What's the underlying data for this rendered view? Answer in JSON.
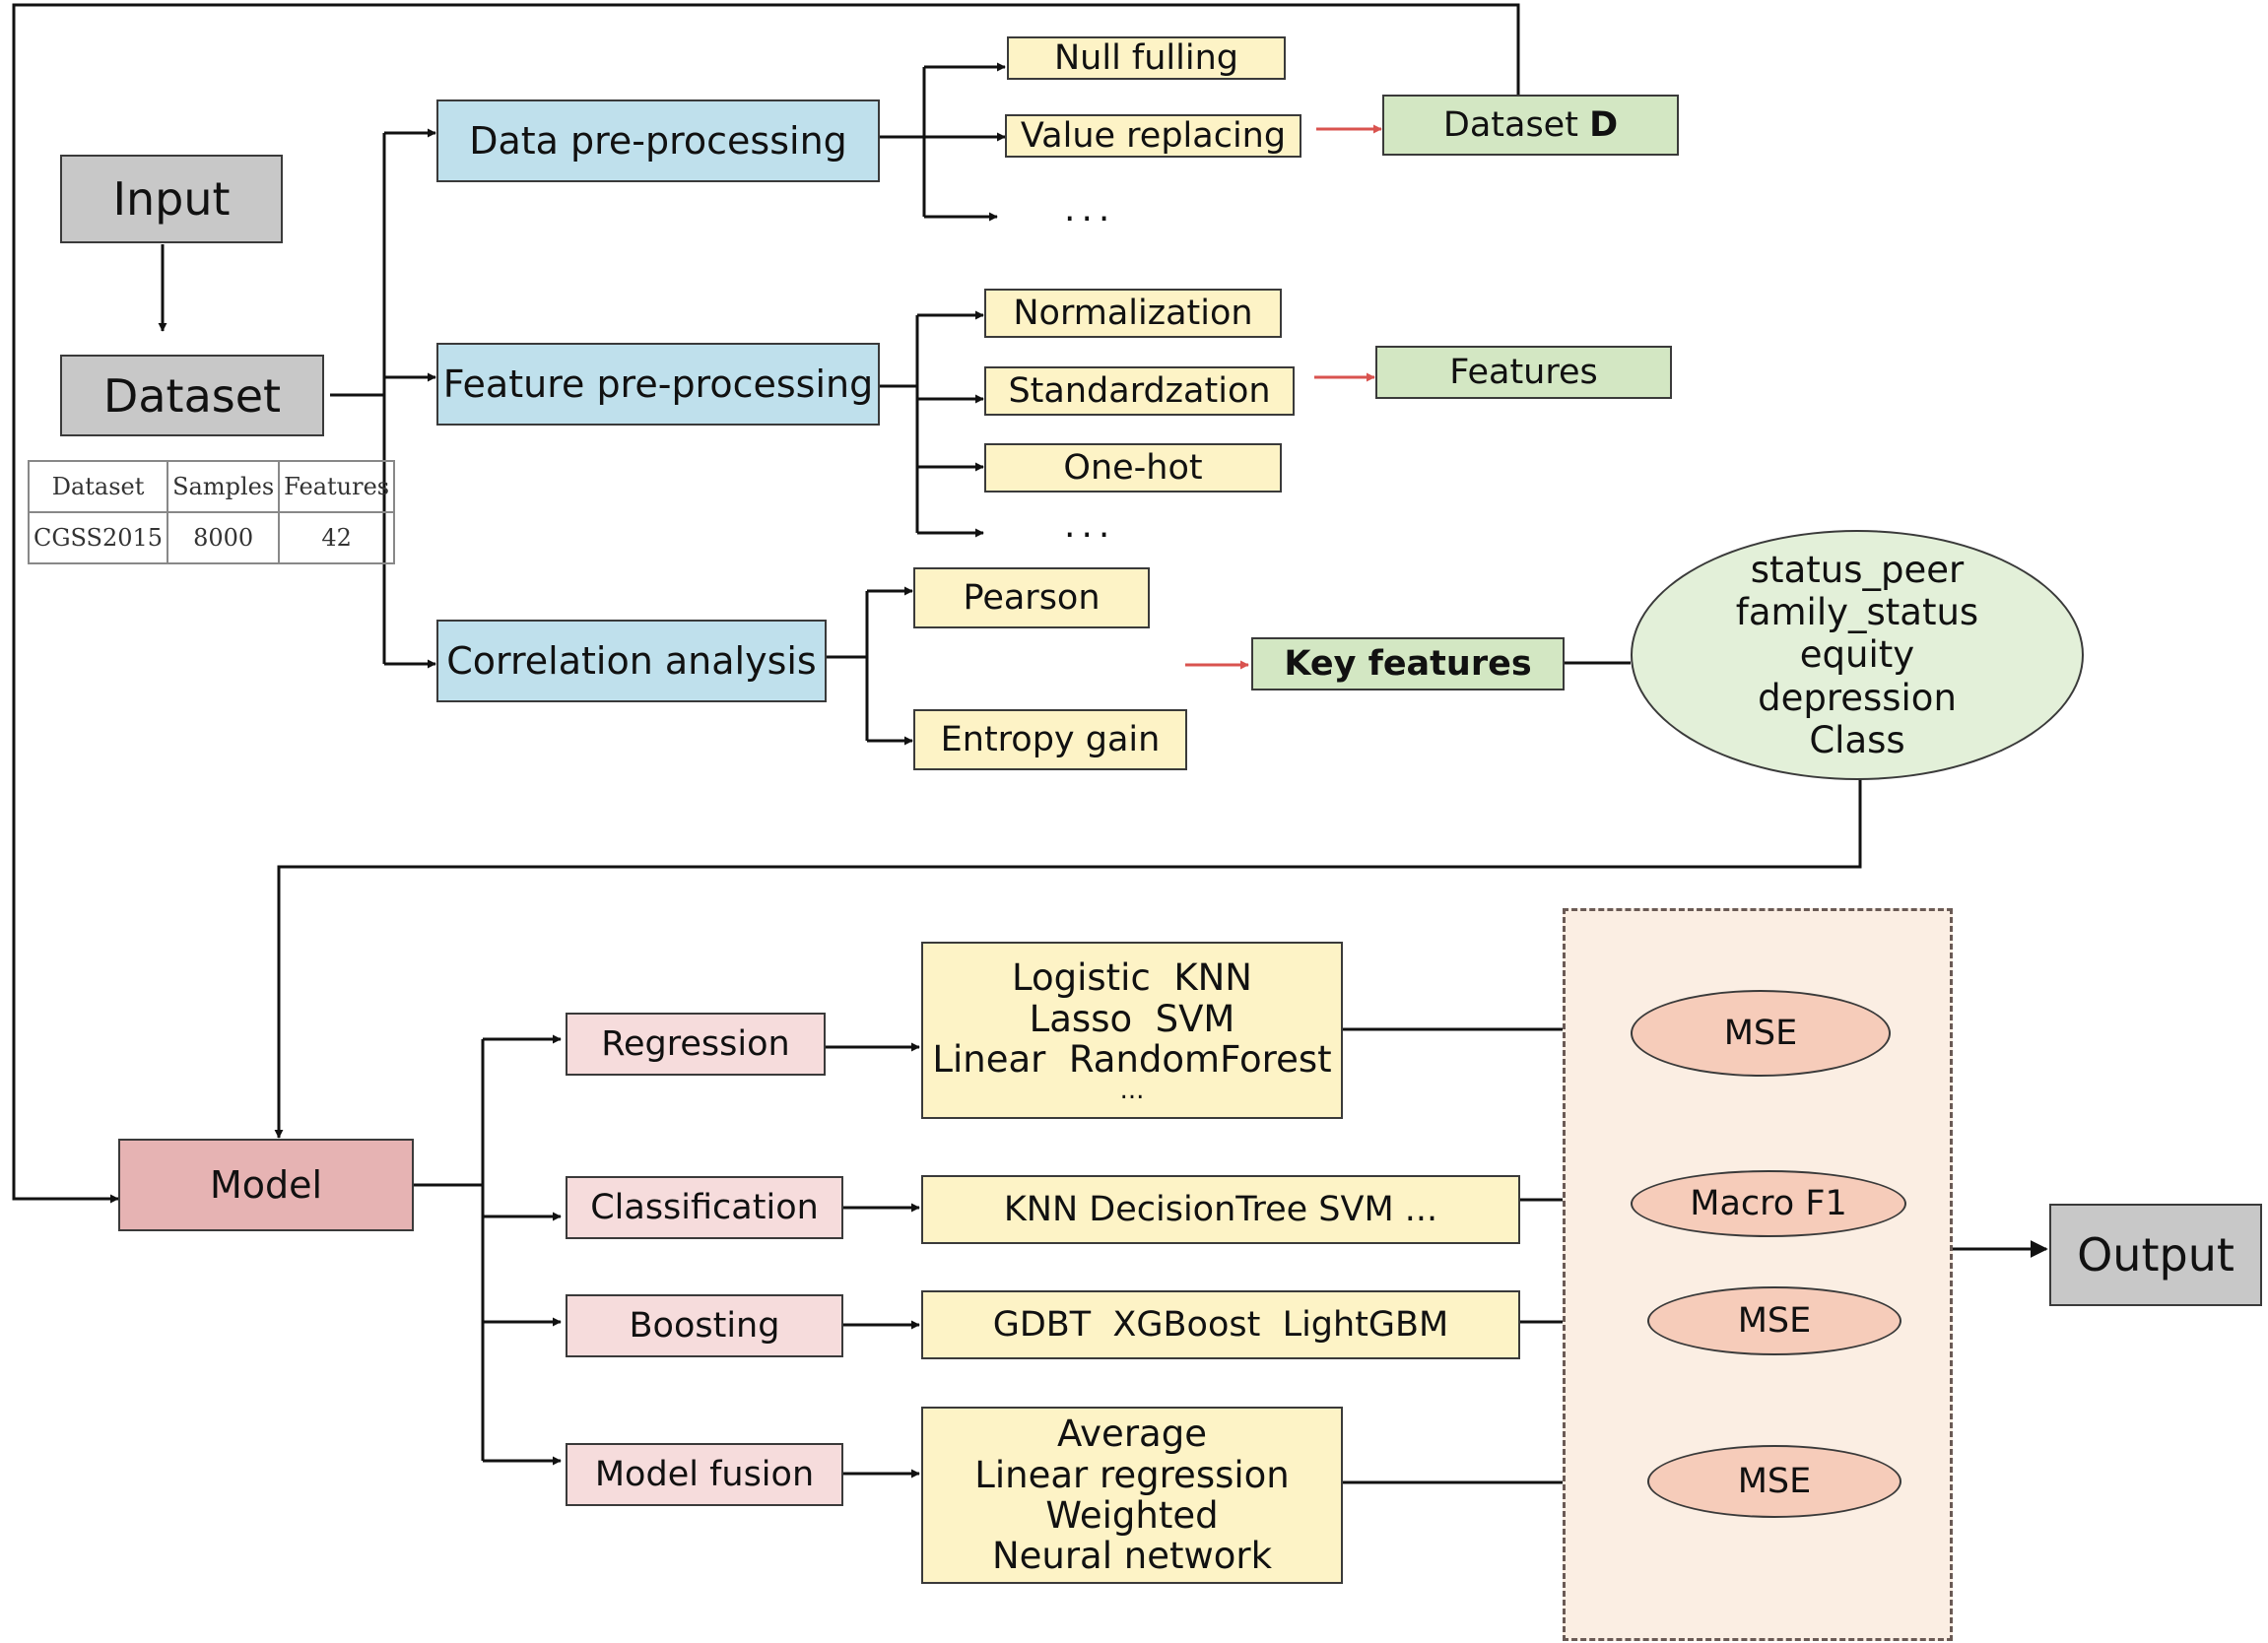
{
  "input": "Input",
  "dataset": "Dataset",
  "table": {
    "headers": [
      "Dataset",
      "Samples",
      "Features"
    ],
    "row": [
      "CGSS2015",
      "8000",
      "42"
    ]
  },
  "preprocess": {
    "data": "Data pre-processing",
    "feature": "Feature pre-processing",
    "correlation": "Correlation analysis"
  },
  "data_steps": [
    "Null fulling",
    "Value replacing",
    "..."
  ],
  "feature_steps": [
    "Normalization",
    "Standardzation",
    "One-hot",
    "..."
  ],
  "correlation_steps": [
    "Pearson",
    "Entropy gain"
  ],
  "dataset_d": {
    "prefix": "Dataset ",
    "bold": "D"
  },
  "features": "Features",
  "key_features": "Key features",
  "key_list": [
    "status_peer",
    "family_status",
    "equity",
    "depression",
    "Class"
  ],
  "model": "Model",
  "model_types": [
    "Regression",
    "Classification",
    "Boosting",
    "Model fusion"
  ],
  "regression_methods": [
    "Logistic  KNN",
    "Lasso  SVM",
    "Linear  RandomForest",
    "..."
  ],
  "classification_methods": "KNN DecisionTree SVM ...",
  "boosting_methods": "GDBT  XGBoost  LightGBM",
  "fusion_methods": [
    "Average",
    "Linear regression",
    "Weighted",
    "Neural network"
  ],
  "metrics": [
    "MSE",
    "Macro F1",
    "MSE",
    "MSE"
  ],
  "output": "Output",
  "colors": {
    "gray": "#c8c8c8",
    "blue": "#bfe0ec",
    "yellow": "#fdf3c6",
    "green": "#d3e7c3",
    "model_red": "#e6b3b3",
    "pink": "#f6dcdc",
    "salmon": "#f6ccba",
    "red_arrow": "#d9534f"
  }
}
